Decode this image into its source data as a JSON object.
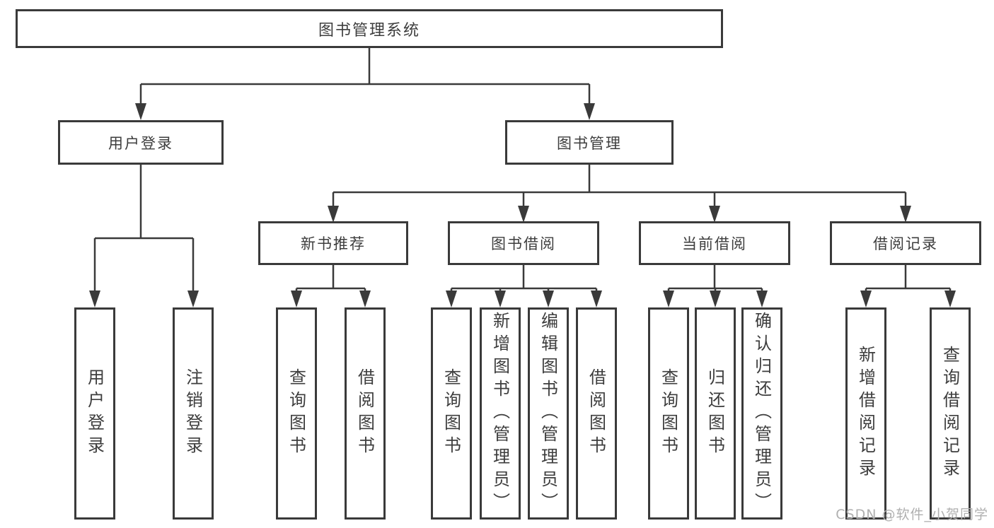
{
  "diagram_type": "hierarchy-tree",
  "colors": {
    "line": "#3a3a3a",
    "box_border": "#3a3a3a",
    "text": "#3d3d3d",
    "background": "#ffffff",
    "watermark": "#b0b0b0"
  },
  "tree": {
    "label": "图书管理系统",
    "children": [
      {
        "label": "用户登录",
        "children": [
          {
            "label": "用户登录"
          },
          {
            "label": "注销登录"
          }
        ]
      },
      {
        "label": "图书管理",
        "children": [
          {
            "label": "新书推荐",
            "children": [
              {
                "label": "查询图书"
              },
              {
                "label": "借阅图书"
              }
            ]
          },
          {
            "label": "图书借阅",
            "children": [
              {
                "label": "查询图书"
              },
              {
                "label": "新增图书（管理员）"
              },
              {
                "label": "编辑图书（管理员）"
              },
              {
                "label": "借阅图书"
              }
            ]
          },
          {
            "label": "当前借阅",
            "children": [
              {
                "label": "查询图书"
              },
              {
                "label": "归还图书"
              },
              {
                "label": "确认归还（管理员）"
              }
            ]
          },
          {
            "label": "借阅记录",
            "children": [
              {
                "label": "新增借阅记录"
              },
              {
                "label": "查询借阅记录"
              }
            ]
          }
        ]
      }
    ]
  },
  "watermark": {
    "text": "CSDN @软件_小贺同学"
  }
}
